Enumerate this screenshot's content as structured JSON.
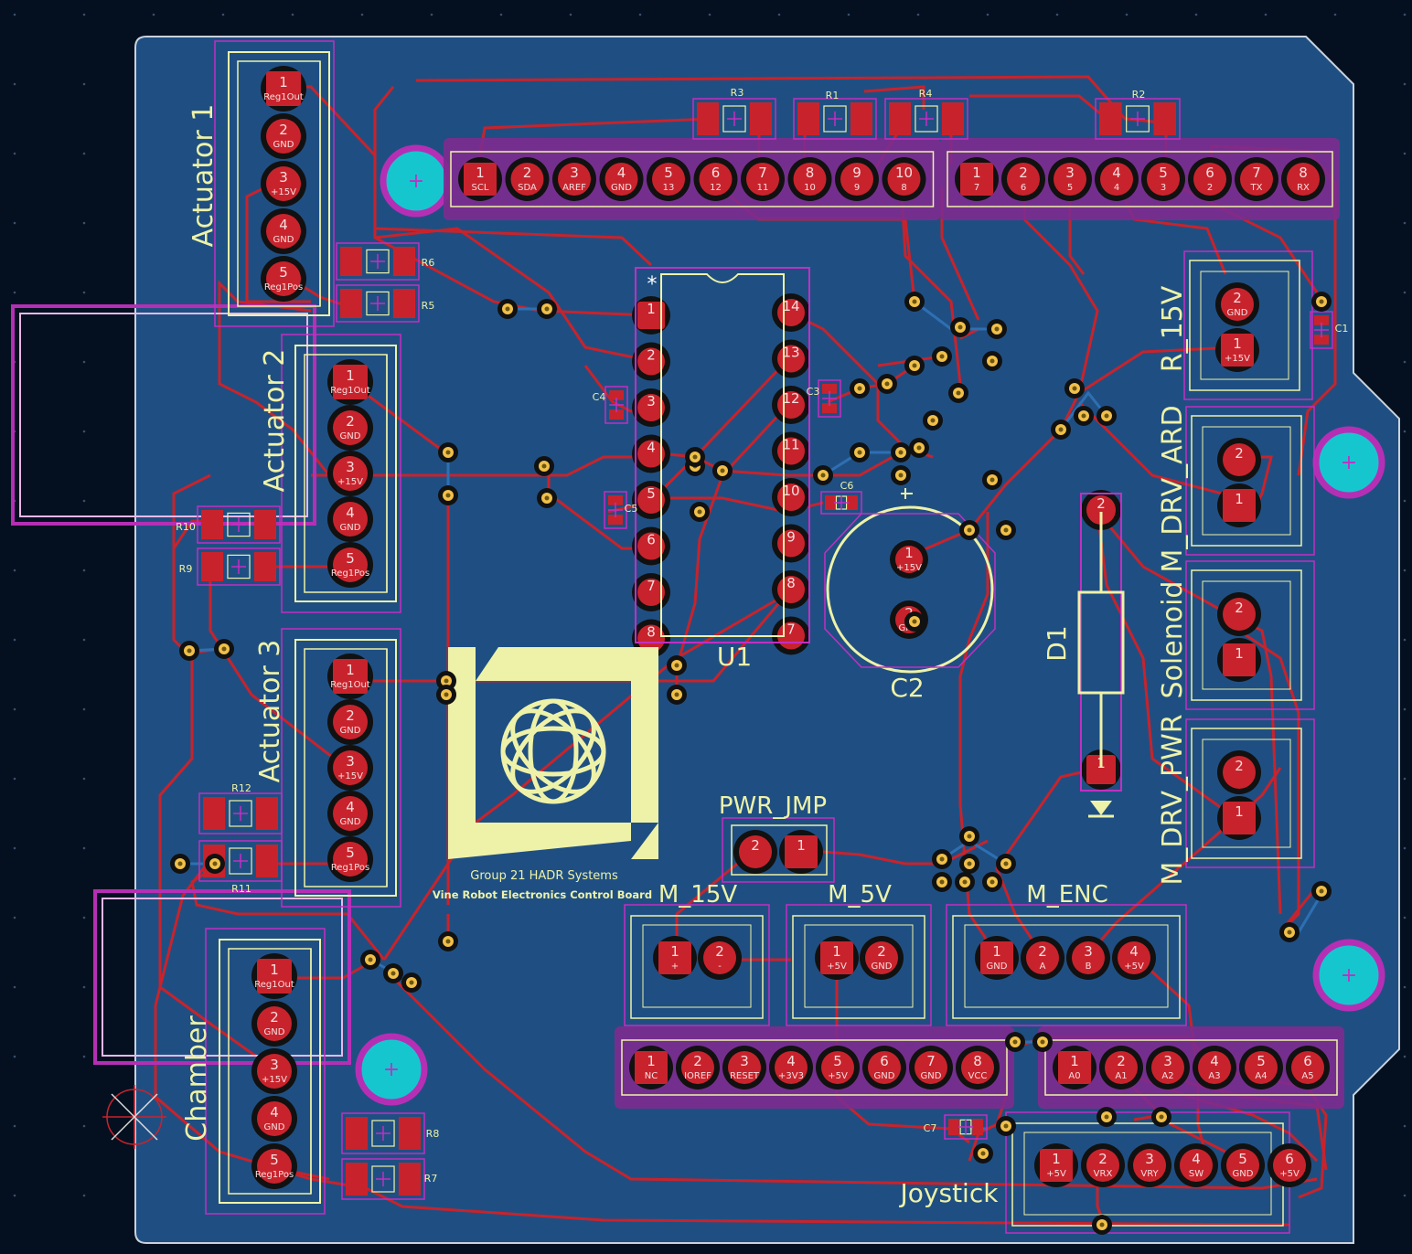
{
  "colors": {
    "background": "#04101f",
    "board": "#1f4f82",
    "board_edge": "#c9d2dc",
    "silkscreen": "#eef2a8",
    "courtyard": "#c22fc2",
    "copper_pad": "#c8232c",
    "trace": "#c8232c",
    "via_ring": "#f0c04a",
    "mount_hole": "#16c6cf",
    "pad_outline": "#111111"
  },
  "labels": {
    "actuator1": "Actuator 1",
    "actuator2": "Actuator 2",
    "actuator3": "Actuator 3",
    "chamber": "Chamber",
    "r15v": "R_15V",
    "mdrv_ard": "M_DRV_ARD",
    "solenoid": "Solenoid",
    "mdrv_pwr": "M_DRV_PWR",
    "pwr_jmp": "PWR_JMP",
    "m15v": "M_15V",
    "m5v": "M_5V",
    "menc": "M_ENC",
    "joystick": "Joystick",
    "u1": "U1",
    "c2": "C2",
    "d1": "D1",
    "logo_line1": "Group 21 HADR Systems",
    "logo_line2": "Vine Robot Electronics Control Board"
  },
  "refs": {
    "r1": "R1",
    "r2": "R2",
    "r3": "R3",
    "r4": "R4",
    "r5": "R5",
    "r6": "R6",
    "r7": "R7",
    "r8": "R8",
    "r9": "R9",
    "r10": "R10",
    "r11": "R11",
    "r12": "R12",
    "c3": "C3",
    "c4": "C4",
    "c5": "C5",
    "c6": "C6",
    "c1": "C1",
    "c7": "C7"
  },
  "pins": {
    "actuator": [
      "1",
      "2",
      "3",
      "4",
      "5"
    ],
    "actuator_labels": [
      "Reg1Out",
      "GND",
      "+15V",
      "GND",
      "Reg1Pos"
    ],
    "top_left_header": [
      "1",
      "2",
      "3",
      "4",
      "5",
      "6",
      "7",
      "8",
      "9",
      "10"
    ],
    "top_left_labels": [
      "SCL",
      "SDA",
      "AREF",
      "GND",
      "13",
      "12",
      "11",
      "10",
      "9",
      "8"
    ],
    "top_right_header": [
      "1",
      "2",
      "3",
      "4",
      "5",
      "6",
      "7",
      "8"
    ],
    "top_right_labels": [
      "7",
      "6",
      "5",
      "4",
      "3",
      "2",
      "TX",
      "RX"
    ],
    "bottom_left_header": [
      "1",
      "2",
      "3",
      "4",
      "5",
      "6",
      "7",
      "8"
    ],
    "bottom_left_labels": [
      "NC",
      "IOREF",
      "RESET",
      "+3V3",
      "+5V",
      "GND",
      "GND",
      "VCC"
    ],
    "bottom_right_header": [
      "1",
      "2",
      "3",
      "4",
      "5",
      "6"
    ],
    "bottom_right_labels": [
      "A0",
      "A1",
      "A2",
      "A3",
      "A4",
      "A5"
    ],
    "pair": [
      "2",
      "1"
    ],
    "pair_labels": [
      "GND",
      "+15V"
    ],
    "menc": [
      "1",
      "2",
      "3",
      "4"
    ],
    "menc_labels": [
      "GND",
      "A",
      "B",
      "+5V"
    ],
    "m15v_labels": [
      "+",
      "-"
    ],
    "m5v_labels": [
      "+5V",
      "GND"
    ],
    "joystick": [
      "1",
      "2",
      "3",
      "4",
      "5",
      "6"
    ],
    "joystick_labels": [
      "+5V",
      "VRX",
      "VRY",
      "SW",
      "GND",
      "+5V"
    ],
    "c2": [
      "1",
      "2"
    ],
    "c2_labels": [
      "+15V",
      "GND"
    ],
    "d1": [
      "2",
      "1"
    ],
    "u1_left": [
      "1",
      "2",
      "3",
      "4",
      "5",
      "6",
      "7",
      "8"
    ],
    "u1_right": [
      "14",
      "13",
      "12",
      "11",
      "10",
      "9",
      "8",
      "7"
    ],
    "pwr_jmp": [
      "2",
      "1"
    ]
  }
}
